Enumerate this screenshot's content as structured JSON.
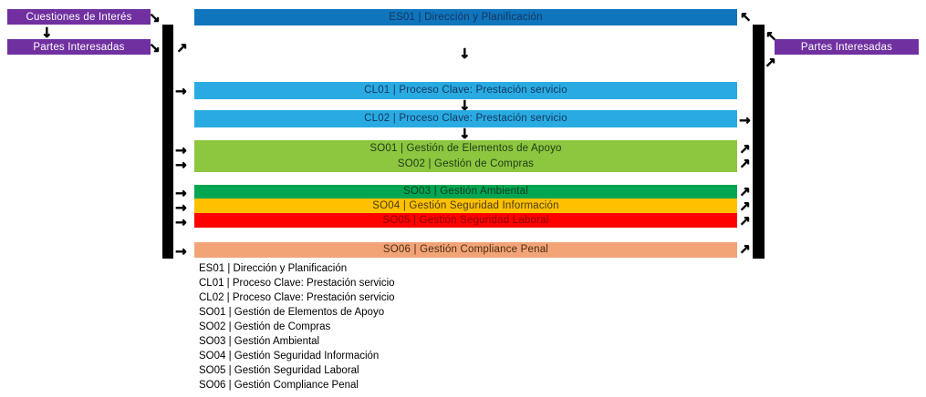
{
  "diagram": {
    "external_boxes": {
      "cuestiones": "Cuestiones de Interés",
      "partes_left": "Partes Interesadas",
      "partes_right": "Partes Interesadas"
    },
    "processes": {
      "es01": "ES01 | Dirección y Planificación",
      "cl01": "CL01 | Proceso Clave: Prestación servicio",
      "cl02": "CL02 | Proceso Clave: Prestación servicio",
      "so01": "SO01 | Gestión de Elementos de Apoyo",
      "so02": "SO02 | Gestión de Compras",
      "so03": "SO03 | Gestión Ambiental",
      "so04": "SO04 | Gestión Seguridad Información",
      "so05": "SO05 | Gestión Seguridad Laboral",
      "so06": "SO06 | Gestión Compliance Penal"
    },
    "colors": {
      "purple": "#7030A0",
      "strategic_blue": "#0F75BC",
      "key_light_blue": "#29ABE2",
      "support_light_green": "#8DC63F",
      "support_green": "#00A651",
      "support_gold": "#FFC000",
      "support_red": "#FF0000",
      "support_salmon": "#F2A477",
      "connector_black": "#000000"
    },
    "icons": {
      "arrow_down": "↓",
      "arrow_right": "→",
      "arrow_down_right": "↘",
      "arrow_up_right": "↗",
      "arrow_up_left": "↖"
    },
    "legend": {
      "items": [
        "ES01 | Dirección y Planificación",
        "CL01 | Proceso Clave: Prestación servicio",
        "CL02 | Proceso Clave: Prestación servicio",
        "SO01 | Gestión de Elementos de Apoyo",
        "SO02 | Gestión de Compras",
        "SO03 | Gestión Ambiental",
        "SO04 | Gestión Seguridad Información",
        "SO05 | Gestión Seguridad Laboral",
        "SO06 | Gestión Compliance Penal"
      ]
    }
  }
}
